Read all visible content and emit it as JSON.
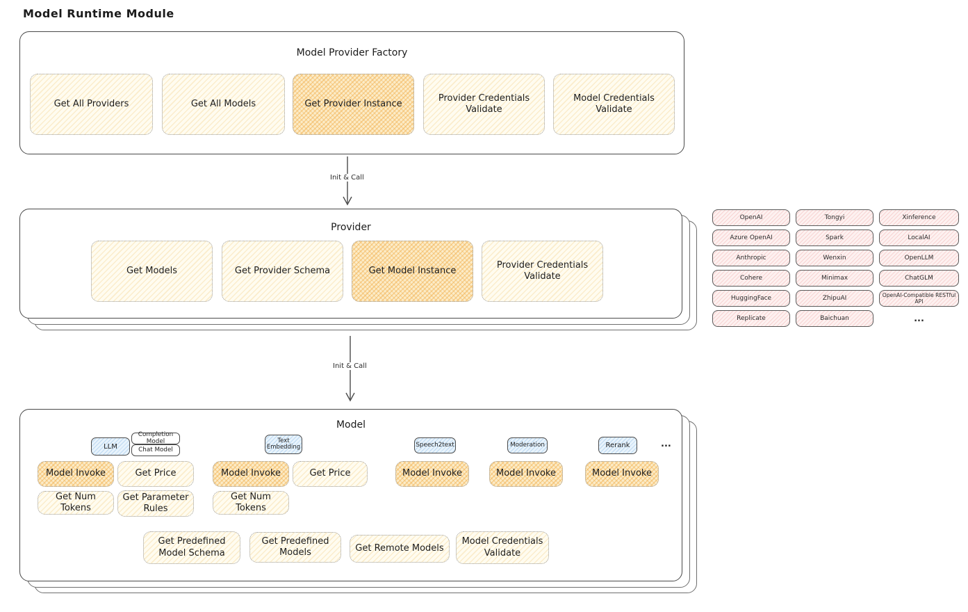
{
  "title": "Model Runtime Module",
  "flow": {
    "arrow1_label": "Init & Call",
    "arrow2_label": "Init & Call"
  },
  "factory": {
    "title": "Model Provider Factory",
    "items": [
      {
        "label": "Get All Providers",
        "highlight": false
      },
      {
        "label": "Get All Models",
        "highlight": false
      },
      {
        "label": "Get Provider Instance",
        "highlight": true
      },
      {
        "label": "Provider Credentials Validate",
        "highlight": false
      },
      {
        "label": "Model Credentials Validate",
        "highlight": false
      }
    ]
  },
  "provider": {
    "title": "Provider",
    "items": [
      {
        "label": "Get Models",
        "highlight": false
      },
      {
        "label": "Get Provider Schema",
        "highlight": false
      },
      {
        "label": "Get Model Instance",
        "highlight": true
      },
      {
        "label": "Provider Credentials Validate",
        "highlight": false
      }
    ]
  },
  "providers_list": {
    "columns": [
      [
        "OpenAI",
        "Azure OpenAI",
        "Anthropic",
        "Cohere",
        "HuggingFace",
        "Replicate"
      ],
      [
        "Tongyi",
        "Spark",
        "Wenxin",
        "Minimax",
        "ZhipuAI",
        "Baichuan"
      ],
      [
        "Xinference",
        "LocalAI",
        "OpenLLM",
        "ChatGLM",
        "OpenAI-Compatible RESTful API",
        "..."
      ]
    ]
  },
  "model": {
    "title": "Model",
    "tabs": {
      "llm": "LLM",
      "completion_model": "Completion Model",
      "chat_model": "Chat Model",
      "text_embedding": "Text Embedding",
      "speech2text": "Speech2text",
      "moderation": "Moderation",
      "rerank": "Rerank",
      "more": "..."
    },
    "actions": {
      "model_invoke": "Model Invoke",
      "get_price": "Get Price",
      "get_num_tokens": "Get Num Tokens",
      "get_parameter_rules": "Get Parameter Rules",
      "get_predefined_model_schema": "Get Predefined Model Schema",
      "get_predefined_models": "Get Predefined Models",
      "get_remote_models": "Get Remote Models",
      "model_credentials_validate": "Model Credentials Validate"
    }
  },
  "colors": {
    "node_yellow": "#fffcf0",
    "node_highlight": "#fcecc8",
    "provider_pink": "#fdf1f0",
    "tab_blue": "#e8f3fc",
    "outline": "#494949"
  }
}
